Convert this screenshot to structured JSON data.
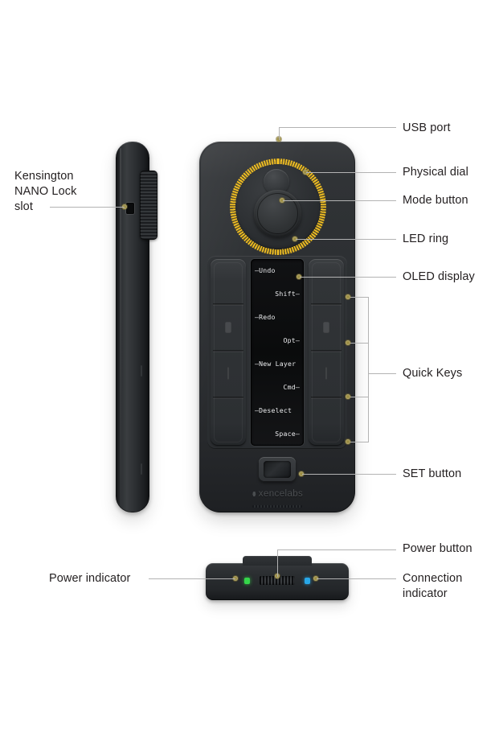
{
  "product": {
    "brand": "xencelabs",
    "brand_icon": "droplet-logo-icon"
  },
  "oled": {
    "rows": [
      {
        "text": "—Undo",
        "align": "l"
      },
      {
        "text": "Shift—",
        "align": "r"
      },
      {
        "text": "—Redo",
        "align": "l"
      },
      {
        "text": "Opt—",
        "align": "r"
      },
      {
        "text": "—New Layer",
        "align": "l"
      },
      {
        "text": "Cmd—",
        "align": "r"
      },
      {
        "text": "—Deselect",
        "align": "l"
      },
      {
        "text": "Space—",
        "align": "r"
      }
    ]
  },
  "callouts": {
    "usb_port": "USB port",
    "physical_dial": "Physical dial",
    "mode_button": "Mode button",
    "led_ring": "LED ring",
    "oled_display": "OLED display",
    "quick_keys": "Quick Keys",
    "set_button": "SET button",
    "power_button": "Power button",
    "connection_indicator": "Connection\nindicator",
    "power_indicator": "Power indicator",
    "kensington": "Kensington\nNANO Lock\nslot"
  },
  "colors": {
    "led_ring": "#f6c323",
    "callout_dot": "#9a8b3e",
    "leader_line": "#b3b3b3",
    "power_led": "#35d64a",
    "connection_led": "#28a7e8",
    "body": "#2b2e31",
    "text": "#231f20",
    "background": "#ffffff"
  }
}
